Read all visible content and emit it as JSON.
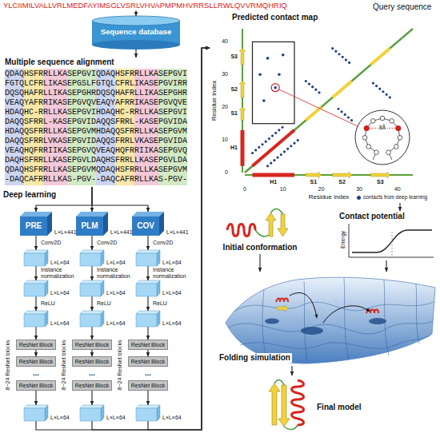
{
  "diagram": {
    "nodes": [
      {
        "text": [
          "YLCIIMILVALLVRLMEDFAYIMSGLVSRLVHVAPMPMHVRRSLLRWLQVVRMQHRIQ"
        ]
      },
      {
        "text": [
          "Sequence database"
        ]
      },
      {
        "text": [
          "Multiple sequence alignment"
        ]
      },
      {
        "text": [
          "PRE",
          "L×L×441"
        ]
      },
      {
        "text": [
          "L×L×64"
        ]
      },
      {
        "text": [
          "L×L×64"
        ]
      },
      {
        "text": [
          "L×L×64"
        ]
      },
      {
        "text": [
          "ResNet Block"
        ]
      },
      {
        "text": [
          "ResNet Block"
        ]
      },
      {
        "text": [
          "ResNet Block"
        ]
      },
      {
        "text": [
          "L×L×64"
        ]
      },
      {
        "text": [
          "PLM",
          "L×L×441"
        ]
      },
      {
        "text": [
          "L×L×64"
        ]
      },
      {
        "text": [
          "L×L×64"
        ]
      },
      {
        "text": [
          "L×L×64"
        ]
      },
      {
        "text": [
          "ResNet Block"
        ]
      },
      {
        "text": [
          "ResNet Block"
        ]
      },
      {
        "text": [
          "ResNet Block"
        ]
      },
      {
        "text": [
          "L×L×64"
        ]
      },
      {
        "text": [
          "COV",
          "L×L×441"
        ]
      },
      {
        "text": [
          "L×L×64"
        ]
      },
      {
        "text": [
          "L×L×64"
        ]
      },
      {
        "text": [
          "L×L×64"
        ]
      },
      {
        "text": [
          "ResNet Block"
        ]
      },
      {
        "text": [
          "ResNet Block"
        ]
      },
      {
        "text": [
          "ResNet Block"
        ]
      },
      {
        "text": [
          "L×L×64"
        ]
      },
      {
        "text": [
          "Predicted contact map"
        ]
      },
      {
        "text": [
          "Initial conformation"
        ]
      },
      {
        "text": [
          "Contact potential"
        ]
      },
      {
        "text": [
          "Folding simulation"
        ]
      },
      {
        "text": [
          "Final model"
        ]
      }
    ],
    "edges": [
      {
        "from": 0,
        "to": 1,
        "arrow": "to"
      },
      {
        "from": 1,
        "to": 2,
        "arrow": "to"
      },
      {
        "from": 2,
        "to": 3,
        "arrow": "to"
      },
      {
        "from": 2,
        "to": 11,
        "arrow": "to"
      },
      {
        "from": 2,
        "to": 19,
        "arrow": "to"
      },
      {
        "from": 3,
        "to": 4,
        "arrow": "to",
        "label": "Conv2D"
      },
      {
        "from": 4,
        "to": 5,
        "arrow": "to",
        "label": "Instance normalization"
      },
      {
        "from": 5,
        "to": 6,
        "arrow": "to",
        "label": "ReLU"
      },
      {
        "from": 6,
        "to": 7,
        "arrow": "to"
      },
      {
        "from": 7,
        "to": 8,
        "arrow": "to"
      },
      {
        "from": 9,
        "to": 10,
        "arrow": "to"
      },
      {
        "from": 11,
        "to": 12,
        "arrow": "to",
        "label": "Conv2D"
      },
      {
        "from": 12,
        "to": 13,
        "arrow": "to",
        "label": "Instance normalization"
      },
      {
        "from": 13,
        "to": 14,
        "arrow": "to",
        "label": "ReLU"
      },
      {
        "from": 14,
        "to": 15,
        "arrow": "to"
      },
      {
        "from": 15,
        "to": 16,
        "arrow": "to"
      },
      {
        "from": 17,
        "to": 18,
        "arrow": "to"
      },
      {
        "from": 19,
        "to": 20,
        "arrow": "to",
        "label": "Conv2D"
      },
      {
        "from": 20,
        "to": 21,
        "arrow": "to",
        "label": "Instance normalization"
      },
      {
        "from": 21,
        "to": 22,
        "arrow": "to",
        "label": "ReLU"
      },
      {
        "from": 22,
        "to": 23,
        "arrow": "to"
      },
      {
        "from": 23,
        "to": 24,
        "arrow": "to"
      },
      {
        "from": 25,
        "to": 26,
        "arrow": "to"
      },
      {
        "from": 10,
        "to": 27,
        "arrow": "to"
      },
      {
        "from": 18,
        "to": 27,
        "arrow": "to"
      },
      {
        "from": 26,
        "to": 27,
        "arrow": "to"
      },
      {
        "from": 27,
        "to": 29,
        "arrow": "to"
      },
      {
        "from": 28,
        "to": 30,
        "arrow": "to"
      },
      {
        "from": 29,
        "to": 30,
        "arrow": "to"
      },
      {
        "from": 30,
        "to": 31,
        "arrow": "to"
      }
    ],
    "labels": [
      "Query sequence",
      "Deep learning",
      "QDAQHSFRRLLKASEPGVIQDAQHSFRRLLKASEPGVI",
      "FGTQLCFRLIKASEPGSLFGTQLCFRLIKASEPGVIRR",
      "DQSQHAFRLLIKASEPGHRDQSQHAFRLLIKASEPGHR",
      "VEAQYAFRRIKASEPGVQVEAQYAFRRIKASEPGVQVE",
      "HDAQHC-RRLLKASEPGVIHDAQHC-RRLLKASEPGVI",
      "DAQQSFRRL-KASEPGVIDAQQSFRRL-KASEPGVIDA",
      "HDAQQSFRRLLKASEPGVMHDAQQSFRRLLKASEPGVM",
      "DAQQSFRRLVKASEPGVIDAQQSFRRLVKASEPGVIDA",
      "VEAQHQFRRIIKASEPGVQVEAQHQFRRIIKASEPGVQ",
      "DAQHSFRRLLKASEPGVLDAQHSFRRLLKASEPGVLDA",
      "QDAQHSFRRLLKASEPGVMQDAQHSFRRLLKASEPGVM",
      "-DAQCAFRRLLKAS-PGV--DAQCAFRRLLKAS-PGV-",
      "8~24 ResNet blocks",
      "...",
      "8~24 ResNet blocks",
      "...",
      "8~24 ResNet blocks",
      "...",
      "0",
      "10",
      "20",
      "30",
      "40",
      "H1",
      "S1",
      "S2",
      "S3",
      "Residue index",
      "0",
      "10",
      "20",
      "30",
      "40",
      "H1",
      "S1",
      "S2",
      "S3",
      "Residue index",
      "8Å",
      "Energy"
    ],
    "legend": [
      {
        "text": "contacts from deep learning",
        "color": "#1f3f8f"
      }
    ]
  }
}
